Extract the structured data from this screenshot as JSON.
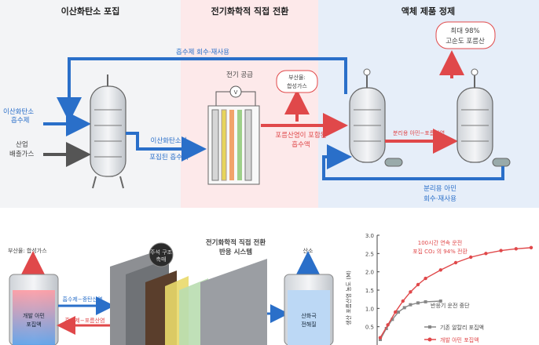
{
  "top": {
    "sections": {
      "capture": "이산화탄소 포집",
      "conversion": "전기화학적 직접 전환",
      "purification": "액체 제품 정제"
    },
    "absorbent_recycle": "흡수제 회수·재사용",
    "co2_absorbent_line1": "이산화탄소",
    "co2_absorbent_line2": "흡수제",
    "flue_gas_line1": "산업",
    "flue_gas_line2": "배출가스",
    "captured_line1": "이산화탄소가",
    "captured_line2": "포집된 흡수액",
    "power_supply": "전기 공급",
    "power_symbol": "V",
    "byproduct_line1": "부산물:",
    "byproduct_line2": "합성가스",
    "formate_line1": "포름산염이 포함된",
    "formate_line2": "흡수액",
    "separation": "분리용 아민−포름산염",
    "amine_recycle_line1": "분리용 아민",
    "amine_recycle_line2": "회수·재사용",
    "result_line1": "최대 98%",
    "result_line2": "고순도 포름산"
  },
  "bottom_left": {
    "byproduct": "부산물: 합성가스",
    "system_title_line1": "전기화학적 직접 전환",
    "system_title_line2": "반응 시스템",
    "oxygen": "산소",
    "absorbent_formate": "흡수제−중탄산염",
    "absorbent_to_formate": "흡수제−포름산염",
    "tank_left_line1": "개발 아민",
    "tank_left_line2": "포집액",
    "tank_right_line1": "산화극",
    "tank_right_line2": "전해질",
    "catalyst_line1": "주석 구조",
    "catalyst_line2": "촉매"
  },
  "colors": {
    "blue": "#2a6fc9",
    "red": "#e0484a",
    "capture_bg": "#f3f4f6",
    "conversion_bg": "#fde9ea",
    "purification_bg": "#e6eef9"
  },
  "chart_data": {
    "type": "line",
    "ylabel": "생산 포름산염 농도 (M)",
    "annotation_line1": "100시간 연속 운전",
    "annotation_line2": "포집 CO₂ 의 94% 전환",
    "stop_note": "반응기 운전 중단",
    "ylim": [
      0,
      3.0
    ],
    "yticks": [
      "0.5",
      "1.0",
      "1.5",
      "2.0",
      "2.5",
      "3.0"
    ],
    "series": [
      {
        "name": "기존 알칼리 포집액",
        "color": "#888888",
        "x": [
          0,
          4,
          8,
          12,
          16,
          20,
          25,
          30,
          40
        ],
        "values": [
          0.15,
          0.45,
          0.7,
          0.9,
          1.02,
          1.1,
          1.15,
          1.18,
          1.2
        ]
      },
      {
        "name": "개발 아민 포집액",
        "color": "#e0484a",
        "x": [
          0,
          5,
          10,
          15,
          20,
          25,
          30,
          40,
          50,
          60,
          70,
          80,
          90,
          100
        ],
        "values": [
          0.2,
          0.55,
          0.9,
          1.2,
          1.45,
          1.65,
          1.82,
          2.05,
          2.25,
          2.4,
          2.5,
          2.58,
          2.63,
          2.66
        ]
      }
    ],
    "xlim": [
      0,
      100
    ]
  }
}
